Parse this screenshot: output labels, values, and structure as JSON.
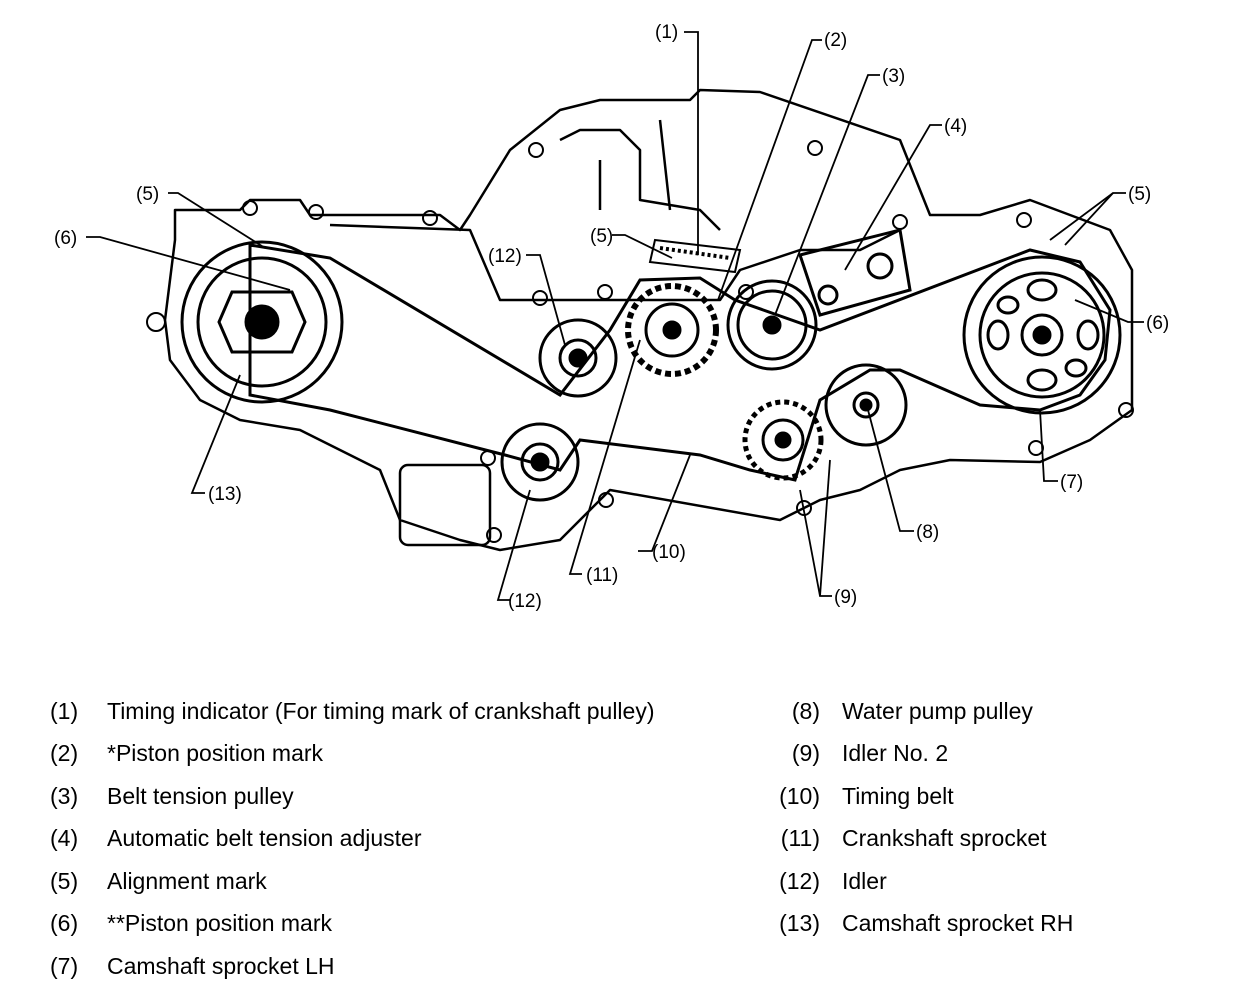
{
  "diagram": {
    "callouts": {
      "c1": "(1)",
      "c2": "(2)",
      "c3": "(3)",
      "c4": "(4)",
      "c5a": "(5)",
      "c5b": "(5)",
      "c5c": "(5)",
      "c6a": "(6)",
      "c6b": "(6)",
      "c7": "(7)",
      "c8": "(8)",
      "c9": "(9)",
      "c10": "(10)",
      "c11": "(11)",
      "c12a": "(12)",
      "c12b": "(12)",
      "c13": "(13)"
    }
  },
  "legend": {
    "left": [
      {
        "num": "(1)",
        "label": "Timing indicator (For timing mark of crankshaft pulley)"
      },
      {
        "num": "(2)",
        "label": "*Piston position mark"
      },
      {
        "num": "(3)",
        "label": "Belt tension pulley"
      },
      {
        "num": "(4)",
        "label": "Automatic belt tension adjuster"
      },
      {
        "num": "(5)",
        "label": "Alignment mark"
      },
      {
        "num": "(6)",
        "label": "**Piston position mark"
      },
      {
        "num": "(7)",
        "label": "Camshaft sprocket LH"
      }
    ],
    "right": [
      {
        "num": "(8)",
        "label": "Water pump pulley"
      },
      {
        "num": "(9)",
        "label": "Idler No. 2"
      },
      {
        "num": "(10)",
        "label": "Timing belt"
      },
      {
        "num": "(11)",
        "label": "Crankshaft sprocket"
      },
      {
        "num": "(12)",
        "label": "Idler"
      },
      {
        "num": "(13)",
        "label": "Camshaft sprocket RH"
      }
    ]
  }
}
